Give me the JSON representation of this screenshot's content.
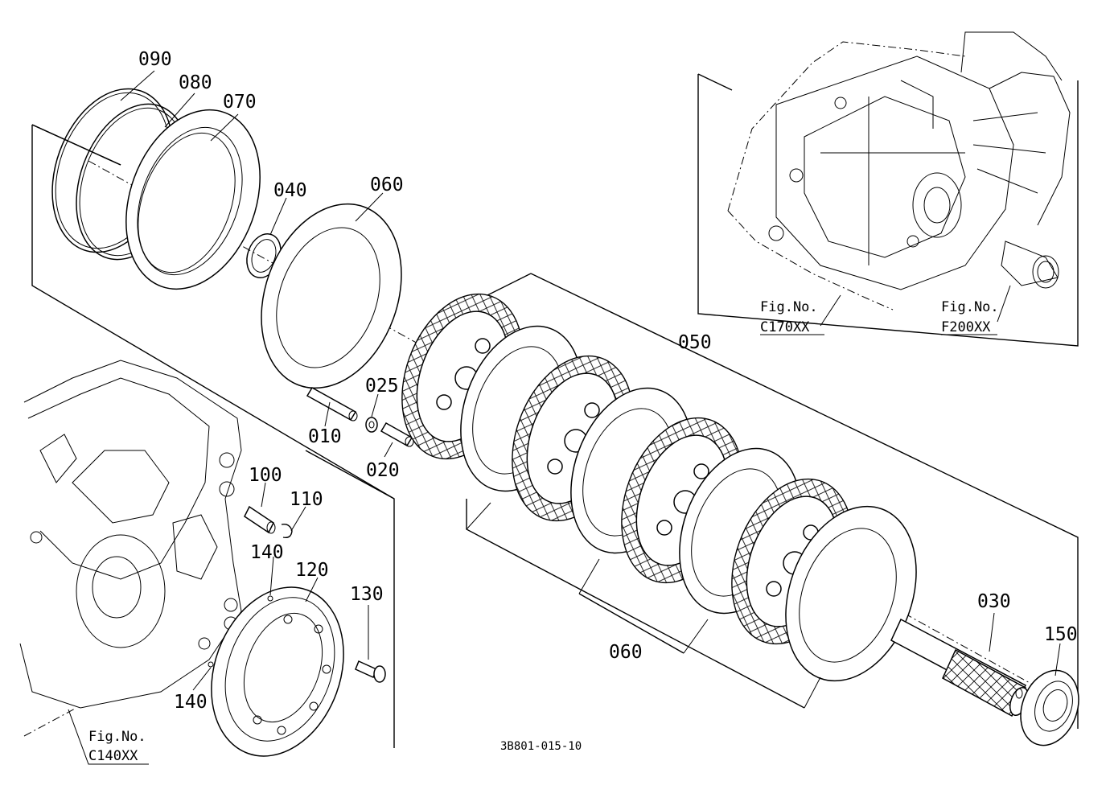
{
  "part_labels": {
    "p090": "090",
    "p080": "080",
    "p070": "070",
    "p040": "040",
    "p060_top": "060",
    "p050": "050",
    "p025": "025",
    "p010": "010",
    "p020": "020",
    "p100": "100",
    "p110": "110",
    "p140_top": "140",
    "p120": "120",
    "p130": "130",
    "p140_bottom": "140",
    "p060_bottom": "060",
    "p030": "030",
    "p150": "150"
  },
  "figure_refs": {
    "c170_line1": "Fig.No.",
    "c170_line2": "C170XX",
    "f200_line1": "Fig.No.",
    "f200_line2": "F200XX",
    "c140_line1": "Fig.No.",
    "c140_line2": "C140XX"
  },
  "drawing_code": "3B801-015-10"
}
